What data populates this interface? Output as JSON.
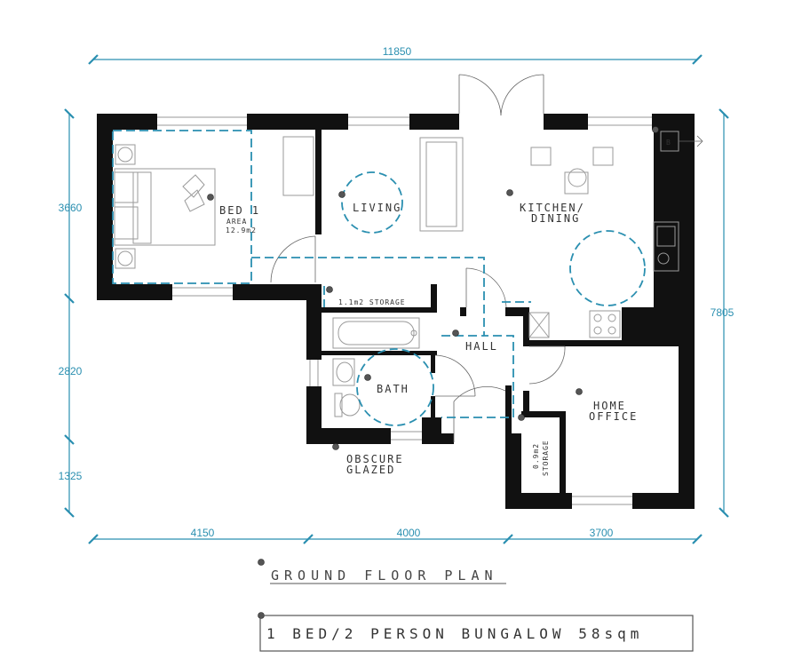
{
  "dimensions": {
    "overall_width": "11850",
    "overall_depth": "7805",
    "left_top": "3660",
    "left_middle": "2820",
    "left_bottom": "1325",
    "bottom_left": "4150",
    "bottom_middle": "4000",
    "bottom_right": "3700"
  },
  "rooms": {
    "bed": {
      "line1": "BED 1",
      "line2": "AREA",
      "line3": "12.9m2"
    },
    "living": "LIVING",
    "kitchen": {
      "line1": "KITCHEN/",
      "line2": "DINING"
    },
    "storage1": "1.1m2 STORAGE",
    "hall": "HALL",
    "bath": "BATH",
    "office": {
      "line1": "HOME",
      "line2": "OFFICE"
    },
    "storage2": {
      "line1": "0.9m2",
      "line2": "STORAGE"
    },
    "obscure": {
      "line1": "OBSCURE",
      "line2": "GLAZED"
    },
    "boiler": "B"
  },
  "title": "GROUND FLOOR PLAN",
  "subtitle": "1 BED/2 PERSON BUNGALOW 58sqm",
  "colors": {
    "dimension": "#2a8fb0",
    "wall": "#111111",
    "furniture": "#9a9a9a"
  }
}
